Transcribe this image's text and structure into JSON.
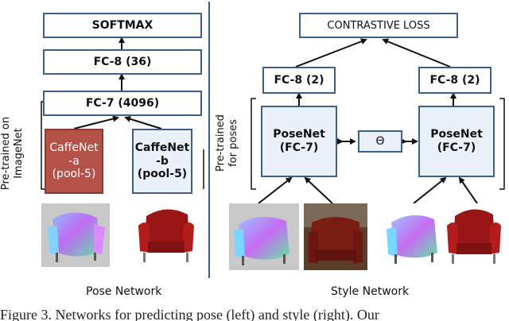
{
  "pose_network": {
    "softmax": "SOFTMAX",
    "fc8": "FC-8 (36)",
    "fc7": "FC-7 (4096)",
    "caffenet_a": [
      "CaffeNet",
      "-a",
      "(pool-5)"
    ],
    "caffenet_b": [
      "CaffeNet",
      "-b",
      "(pool-5)"
    ],
    "pretrained_label": [
      "Pre-trained on",
      "ImageNet"
    ],
    "caption": "Pose Network"
  },
  "style_network": {
    "loss": "CONTRASTIVE LOSS",
    "fc8_left": "FC-8 (2)",
    "fc8_right": "FC-8 (2)",
    "posenet_left": [
      "PoseNet",
      "(FC-7)"
    ],
    "posenet_right": [
      "PoseNet",
      "(FC-7)"
    ],
    "theta": "Θ",
    "pretrained_label": [
      "Pre-trained",
      "for poses"
    ],
    "caption": "Style Network"
  },
  "figure_caption": "Figure 3. Networks for predicting pose (left) and style (right). Our",
  "colors": {
    "box_border": "#3d5f8c",
    "caffenet_a_fill": "#b4524a",
    "caffenet_b_fill": "#eaf1fa",
    "chair_red": "#9a1616"
  }
}
